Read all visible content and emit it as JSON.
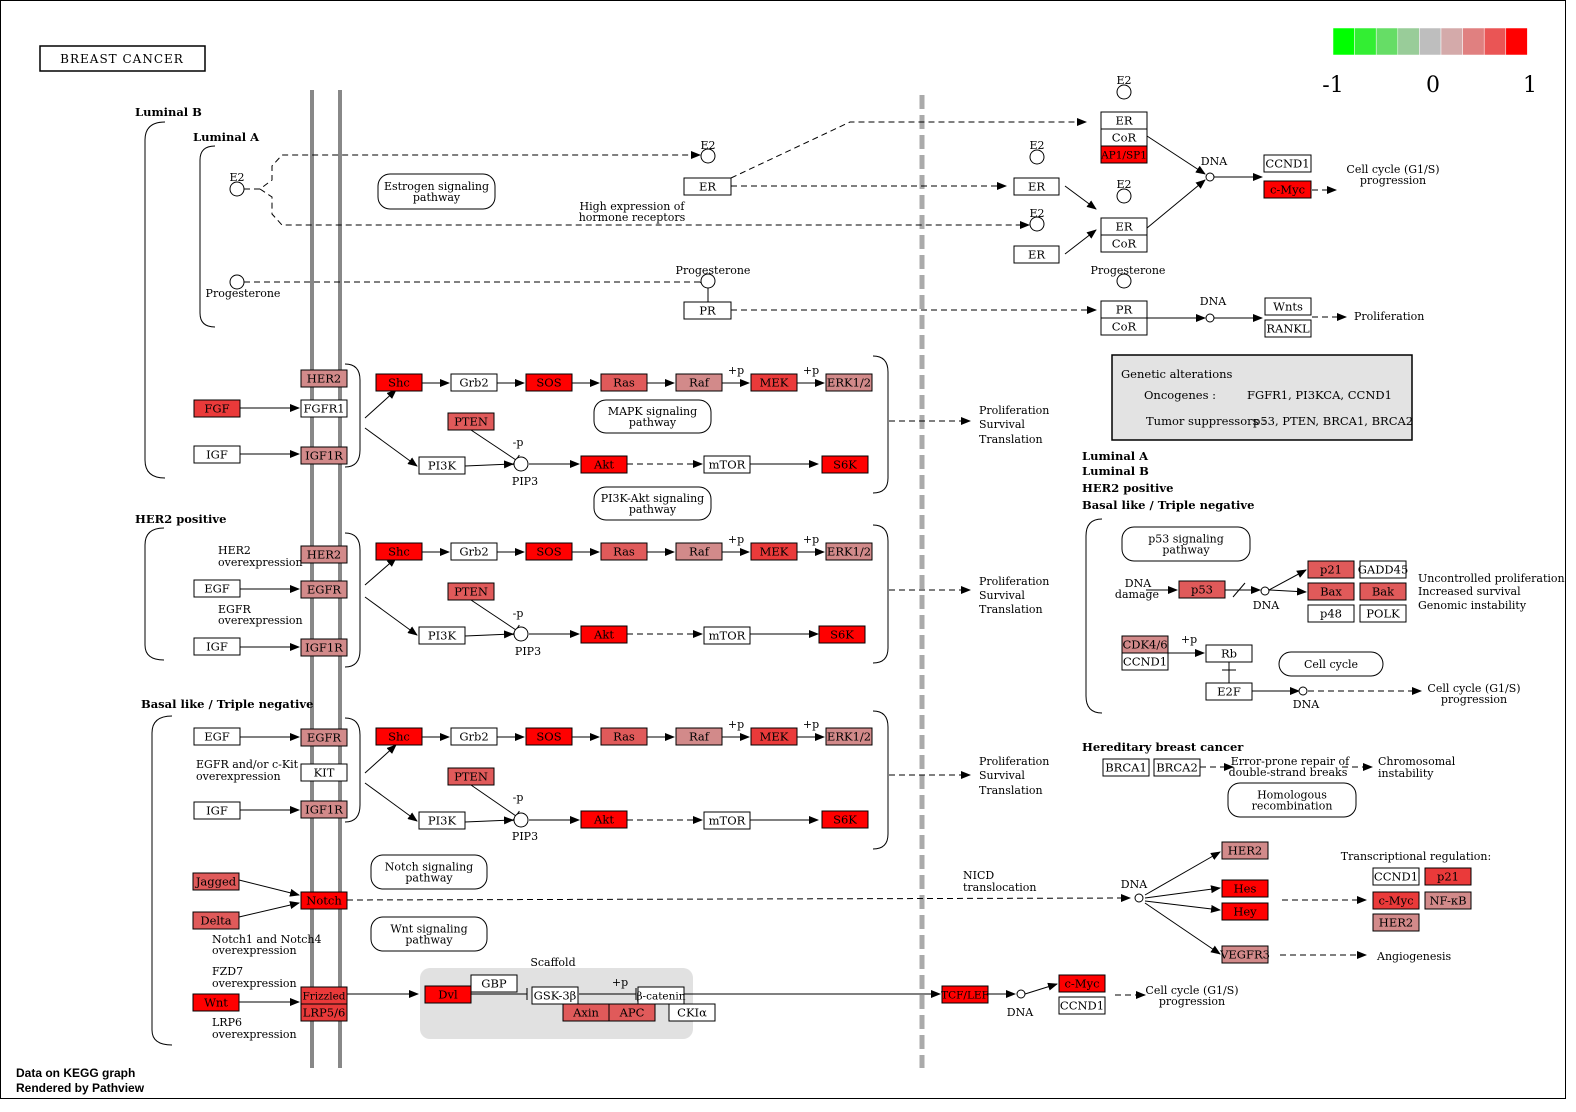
{
  "title": "BREAST CANCER",
  "legend": {
    "colors": [
      "#00ff00",
      "#33ee33",
      "#66dd66",
      "#99cc99",
      "#bebebe",
      "#d4aaaa",
      "#e08080",
      "#ea5555",
      "#ff0000"
    ],
    "ticks": [
      "-1",
      "0",
      "1"
    ]
  },
  "colors": {
    "white": "#ffffff",
    "red": "#ff0000",
    "darkred": "#ea3a3a",
    "medred": "#e05a5a",
    "pink": "#d28a8a",
    "lightpink": "#c99090"
  },
  "subtype_labels": {
    "luminal_b": "Luminal B",
    "luminal_a": "Luminal A",
    "her2_positive": "HER2 positive",
    "basal": "Basal like / Triple negative"
  },
  "right_labels": {
    "luminal_a": "Luminal A",
    "luminal_b": "Luminal B",
    "her2_positive": "HER2 positive",
    "basal": "Basal like / Triple negative",
    "hereditary": "Hereditary breast cancer"
  },
  "genetic_alterations": {
    "title": "Genetic alterations",
    "oncogenes_label": "Oncogenes :",
    "oncogenes": "FGFR1, PI3KCA, CCND1",
    "suppressors_label": "Tumor suppressors :",
    "suppressors": "p53, PTEN, BRCA1, BRCA2"
  },
  "pathway_links": {
    "estrogen": [
      "Estrogen signaling",
      "pathway"
    ],
    "mapk": [
      "MAPK signaling",
      "pathway"
    ],
    "pi3k": [
      "PI3K-Akt signaling",
      "pathway"
    ],
    "p53": [
      "p53 signaling",
      "pathway"
    ],
    "cellcycle": [
      "Cell cycle"
    ],
    "homologous": [
      "Homologous",
      "recombination"
    ],
    "notch": [
      "Notch signaling",
      "pathway"
    ],
    "wnt": [
      "Wnt signaling",
      "pathway"
    ]
  },
  "nodes": [
    {
      "id": "er1",
      "label": "ER",
      "fill": "white"
    },
    {
      "id": "pr1",
      "label": "PR",
      "fill": "white"
    },
    {
      "id": "er2",
      "label": "ER",
      "fill": "white"
    },
    {
      "id": "er3",
      "label": "ER",
      "fill": "white"
    },
    {
      "id": "er_top",
      "label": "ER",
      "fill": "white"
    },
    {
      "id": "cor_top",
      "label": "CoR",
      "fill": "white"
    },
    {
      "id": "ap1",
      "label": "AP1/SP1",
      "fill": "red"
    },
    {
      "id": "er_mid",
      "label": "ER",
      "fill": "white"
    },
    {
      "id": "cor_mid",
      "label": "CoR",
      "fill": "white"
    },
    {
      "id": "pr2",
      "label": "PR",
      "fill": "white"
    },
    {
      "id": "cor_pr",
      "label": "CoR",
      "fill": "white"
    },
    {
      "id": "ccnd1_a",
      "label": "CCND1",
      "fill": "white"
    },
    {
      "id": "cmyc_a",
      "label": "c-Myc",
      "fill": "red"
    },
    {
      "id": "wnts",
      "label": "Wnts",
      "fill": "white"
    },
    {
      "id": "rankl",
      "label": "RANKL",
      "fill": "white"
    },
    {
      "id": "her2_1",
      "label": "HER2",
      "fill": "pink"
    },
    {
      "id": "fgf",
      "label": "FGF",
      "fill": "darkred"
    },
    {
      "id": "fgfr1",
      "label": "FGFR1",
      "fill": "white"
    },
    {
      "id": "igf_1",
      "label": "IGF",
      "fill": "white"
    },
    {
      "id": "igf1r_1",
      "label": "IGF1R",
      "fill": "pink"
    },
    {
      "id": "shc_1",
      "label": "Shc",
      "fill": "red"
    },
    {
      "id": "grb2_1",
      "label": "Grb2",
      "fill": "white"
    },
    {
      "id": "sos_1",
      "label": "SOS",
      "fill": "red"
    },
    {
      "id": "ras_1",
      "label": "Ras",
      "fill": "medred"
    },
    {
      "id": "raf_1",
      "label": "Raf",
      "fill": "pink"
    },
    {
      "id": "mek_1",
      "label": "MEK",
      "fill": "darkred"
    },
    {
      "id": "erk_1",
      "label": "ERK1/2",
      "fill": "pink"
    },
    {
      "id": "pten_1",
      "label": "PTEN",
      "fill": "medred"
    },
    {
      "id": "pi3k_1",
      "label": "PI3K",
      "fill": "white"
    },
    {
      "id": "akt_1",
      "label": "Akt",
      "fill": "red"
    },
    {
      "id": "mtor_1",
      "label": "mTOR",
      "fill": "white"
    },
    {
      "id": "s6k_1",
      "label": "S6K",
      "fill": "red"
    },
    {
      "id": "her2_2",
      "label": "HER2",
      "fill": "pink"
    },
    {
      "id": "egf_2",
      "label": "EGF",
      "fill": "white"
    },
    {
      "id": "egfr_2",
      "label": "EGFR",
      "fill": "pink"
    },
    {
      "id": "igf_2",
      "label": "IGF",
      "fill": "white"
    },
    {
      "id": "igf1r_2",
      "label": "IGF1R",
      "fill": "pink"
    },
    {
      "id": "shc_2",
      "label": "Shc",
      "fill": "red"
    },
    {
      "id": "grb2_2",
      "label": "Grb2",
      "fill": "white"
    },
    {
      "id": "sos_2",
      "label": "SOS",
      "fill": "red"
    },
    {
      "id": "ras_2",
      "label": "Ras",
      "fill": "medred"
    },
    {
      "id": "raf_2",
      "label": "Raf",
      "fill": "pink"
    },
    {
      "id": "mek_2",
      "label": "MEK",
      "fill": "darkred"
    },
    {
      "id": "erk_2",
      "label": "ERK1/2",
      "fill": "pink"
    },
    {
      "id": "pten_2",
      "label": "PTEN",
      "fill": "medred"
    },
    {
      "id": "pi3k_2",
      "label": "PI3K",
      "fill": "white"
    },
    {
      "id": "akt_2",
      "label": "Akt",
      "fill": "red"
    },
    {
      "id": "mtor_2",
      "label": "mTOR",
      "fill": "white"
    },
    {
      "id": "s6k_2",
      "label": "S6K",
      "fill": "red"
    },
    {
      "id": "egf_3",
      "label": "EGF",
      "fill": "white"
    },
    {
      "id": "egfr_3",
      "label": "EGFR",
      "fill": "pink"
    },
    {
      "id": "kit_3",
      "label": "KIT",
      "fill": "white"
    },
    {
      "id": "igf_3",
      "label": "IGF",
      "fill": "white"
    },
    {
      "id": "igf1r_3",
      "label": "IGF1R",
      "fill": "pink"
    },
    {
      "id": "shc_3",
      "label": "Shc",
      "fill": "red"
    },
    {
      "id": "grb2_3",
      "label": "Grb2",
      "fill": "white"
    },
    {
      "id": "sos_3",
      "label": "SOS",
      "fill": "red"
    },
    {
      "id": "ras_3",
      "label": "Ras",
      "fill": "medred"
    },
    {
      "id": "raf_3",
      "label": "Raf",
      "fill": "pink"
    },
    {
      "id": "mek_3",
      "label": "MEK",
      "fill": "darkred"
    },
    {
      "id": "erk_3",
      "label": "ERK1/2",
      "fill": "pink"
    },
    {
      "id": "pten_3",
      "label": "PTEN",
      "fill": "medred"
    },
    {
      "id": "pi3k_3",
      "label": "PI3K",
      "fill": "white"
    },
    {
      "id": "akt_3",
      "label": "Akt",
      "fill": "red"
    },
    {
      "id": "mtor_3",
      "label": "mTOR",
      "fill": "white"
    },
    {
      "id": "s6k_3",
      "label": "S6K",
      "fill": "red"
    },
    {
      "id": "jagged",
      "label": "Jagged",
      "fill": "medred"
    },
    {
      "id": "delta",
      "label": "Delta",
      "fill": "medred"
    },
    {
      "id": "notch",
      "label": "Notch",
      "fill": "red"
    },
    {
      "id": "wnt",
      "label": "Wnt",
      "fill": "red"
    },
    {
      "id": "frizzled",
      "label": "Frizzled",
      "fill": "darkred"
    },
    {
      "id": "lrp56",
      "label": "LRP5/6",
      "fill": "darkred"
    },
    {
      "id": "dvl",
      "label": "Dvl",
      "fill": "red"
    },
    {
      "id": "gbp",
      "label": "GBP",
      "fill": "white"
    },
    {
      "id": "gsk3b",
      "label": "GSK-3β",
      "fill": "white"
    },
    {
      "id": "bcatenin",
      "label": "β-catenin",
      "fill": "white"
    },
    {
      "id": "axin",
      "label": "Axin",
      "fill": "medred"
    },
    {
      "id": "apc",
      "label": "APC",
      "fill": "medred"
    },
    {
      "id": "ckia",
      "label": "CKIα",
      "fill": "white"
    },
    {
      "id": "tcflef",
      "label": "TCF/LEF",
      "fill": "red"
    },
    {
      "id": "cmyc_w",
      "label": "c-Myc",
      "fill": "red"
    },
    {
      "id": "ccnd1_w",
      "label": "CCND1",
      "fill": "white"
    },
    {
      "id": "p53",
      "label": "p53",
      "fill": "medred"
    },
    {
      "id": "p21_a",
      "label": "p21",
      "fill": "medred"
    },
    {
      "id": "gadd45",
      "label": "GADD45",
      "fill": "white"
    },
    {
      "id": "bax",
      "label": "Bax",
      "fill": "medred"
    },
    {
      "id": "bak",
      "label": "Bak",
      "fill": "medred"
    },
    {
      "id": "p48",
      "label": "p48",
      "fill": "white"
    },
    {
      "id": "polk",
      "label": "POLK",
      "fill": "white"
    },
    {
      "id": "cdk46",
      "label": "CDK4/6",
      "fill": "pink"
    },
    {
      "id": "ccnd1_c",
      "label": "CCND1",
      "fill": "white"
    },
    {
      "id": "rb",
      "label": "Rb",
      "fill": "white"
    },
    {
      "id": "e2f",
      "label": "E2F",
      "fill": "white"
    },
    {
      "id": "brca1",
      "label": "BRCA1",
      "fill": "white"
    },
    {
      "id": "brca2",
      "label": "BRCA2",
      "fill": "white"
    },
    {
      "id": "her2_n",
      "label": "HER2",
      "fill": "pink"
    },
    {
      "id": "hes",
      "label": "Hes",
      "fill": "red"
    },
    {
      "id": "hey",
      "label": "Hey",
      "fill": "red"
    },
    {
      "id": "vegfr3",
      "label": "VEGFR3",
      "fill": "pink"
    },
    {
      "id": "ccnd1_t",
      "label": "CCND1",
      "fill": "white"
    },
    {
      "id": "p21_t",
      "label": "p21",
      "fill": "darkred"
    },
    {
      "id": "cmyc_t",
      "label": "c-Myc",
      "fill": "darkred"
    },
    {
      "id": "nfkb",
      "label": "NF-κB",
      "fill": "pink"
    },
    {
      "id": "her2_t",
      "label": "HER2",
      "fill": "pink"
    }
  ],
  "labels": [
    {
      "id": "e2_a",
      "text": "E2"
    },
    {
      "id": "prog_a",
      "text": "Progesterone"
    },
    {
      "id": "e2_b",
      "text": "E2"
    },
    {
      "id": "prog_b",
      "text": "Progesterone"
    },
    {
      "id": "e2_c",
      "text": "E2"
    },
    {
      "id": "e2_d",
      "text": "E2"
    },
    {
      "id": "e2_e",
      "text": "E2"
    },
    {
      "id": "e2_f",
      "text": "E2"
    },
    {
      "id": "prog_c",
      "text": "Progesterone"
    },
    {
      "id": "high_expr_1",
      "text": "High expression of"
    },
    {
      "id": "high_expr_2",
      "text": "hormone receptors"
    },
    {
      "id": "dna_1",
      "text": "DNA"
    },
    {
      "id": "dna_2",
      "text": "DNA"
    },
    {
      "id": "cc1",
      "text": "Cell cycle (G1/S)"
    },
    {
      "id": "cc1b",
      "text": "progression"
    },
    {
      "id": "prolif_top",
      "text": "Proliferation"
    },
    {
      "id": "pst1a",
      "text": "Proliferation"
    },
    {
      "id": "pst1b",
      "text": "Survival"
    },
    {
      "id": "pst1c",
      "text": "Translation"
    },
    {
      "id": "pst2a",
      "text": "Proliferation"
    },
    {
      "id": "pst2b",
      "text": "Survival"
    },
    {
      "id": "pst2c",
      "text": "Translation"
    },
    {
      "id": "pst3a",
      "text": "Proliferation"
    },
    {
      "id": "pst3b",
      "text": "Survival"
    },
    {
      "id": "pst3c",
      "text": "Translation"
    },
    {
      "id": "pip3_1",
      "text": "PIP3"
    },
    {
      "id": "pip3_2",
      "text": "PIP3"
    },
    {
      "id": "pip3_3",
      "text": "PIP3"
    },
    {
      "id": "p_1",
      "text": "+p"
    },
    {
      "id": "p_2",
      "text": "+p"
    },
    {
      "id": "p_3",
      "text": "+p"
    },
    {
      "id": "p_4",
      "text": "+p"
    },
    {
      "id": "p_5",
      "text": "+p"
    },
    {
      "id": "p_6",
      "text": "+p"
    },
    {
      "id": "mp_1",
      "text": "-p"
    },
    {
      "id": "mp_2",
      "text": "-p"
    },
    {
      "id": "mp_3",
      "text": "-p"
    },
    {
      "id": "her2_over_1",
      "text": "HER2"
    },
    {
      "id": "her2_over_2",
      "text": "overexpression"
    },
    {
      "id": "egfr_over_1",
      "text": "EGFR"
    },
    {
      "id": "egfr_over_2",
      "text": "overexpression"
    },
    {
      "id": "egfr_kit_1",
      "text": "EGFR and/or c-Kit"
    },
    {
      "id": "egfr_kit_2",
      "text": "overexpression"
    },
    {
      "id": "notch_over_1",
      "text": "Notch1 and Notch4"
    },
    {
      "id": "notch_over_2",
      "text": "overexpression"
    },
    {
      "id": "fzd7_1",
      "text": "FZD7"
    },
    {
      "id": "fzd7_2",
      "text": "overexpression"
    },
    {
      "id": "lrp6_1",
      "text": "LRP6"
    },
    {
      "id": "lrp6_2",
      "text": "overexpression"
    },
    {
      "id": "scaffold",
      "text": "Scaffold"
    },
    {
      "id": "p_w",
      "text": "+p"
    },
    {
      "id": "dna_w",
      "text": "DNA"
    },
    {
      "id": "cc_w1",
      "text": "Cell cycle (G1/S)"
    },
    {
      "id": "cc_w2",
      "text": "progression"
    },
    {
      "id": "nicd_1",
      "text": "NICD"
    },
    {
      "id": "nicd_2",
      "text": "translocation"
    },
    {
      "id": "dna_n",
      "text": "DNA"
    },
    {
      "id": "trans_reg",
      "text": "Transcriptional regulation:"
    },
    {
      "id": "angio",
      "text": "Angiogenesis"
    },
    {
      "id": "dna_damage_1",
      "text": "DNA"
    },
    {
      "id": "dna_damage_2",
      "text": "damage"
    },
    {
      "id": "dna_p53",
      "text": "DNA"
    },
    {
      "id": "unc_1",
      "text": "Uncontrolled proliferation"
    },
    {
      "id": "unc_2",
      "text": "Increased survival"
    },
    {
      "id": "unc_3",
      "text": "Genomic instability"
    },
    {
      "id": "p_cdk",
      "text": "+p"
    },
    {
      "id": "dna_cc",
      "text": "DNA"
    },
    {
      "id": "cc_r1",
      "text": "Cell cycle (G1/S)"
    },
    {
      "id": "cc_r2",
      "text": "progression"
    },
    {
      "id": "err_1",
      "text": "Error-prone repair of"
    },
    {
      "id": "err_2",
      "text": "double-strand breaks"
    },
    {
      "id": "chrom_1",
      "text": "Chromosomal"
    },
    {
      "id": "chrom_2",
      "text": "instability"
    }
  ],
  "footer": {
    "line1": "Data on KEGG graph",
    "line2": "Rendered by Pathview"
  }
}
